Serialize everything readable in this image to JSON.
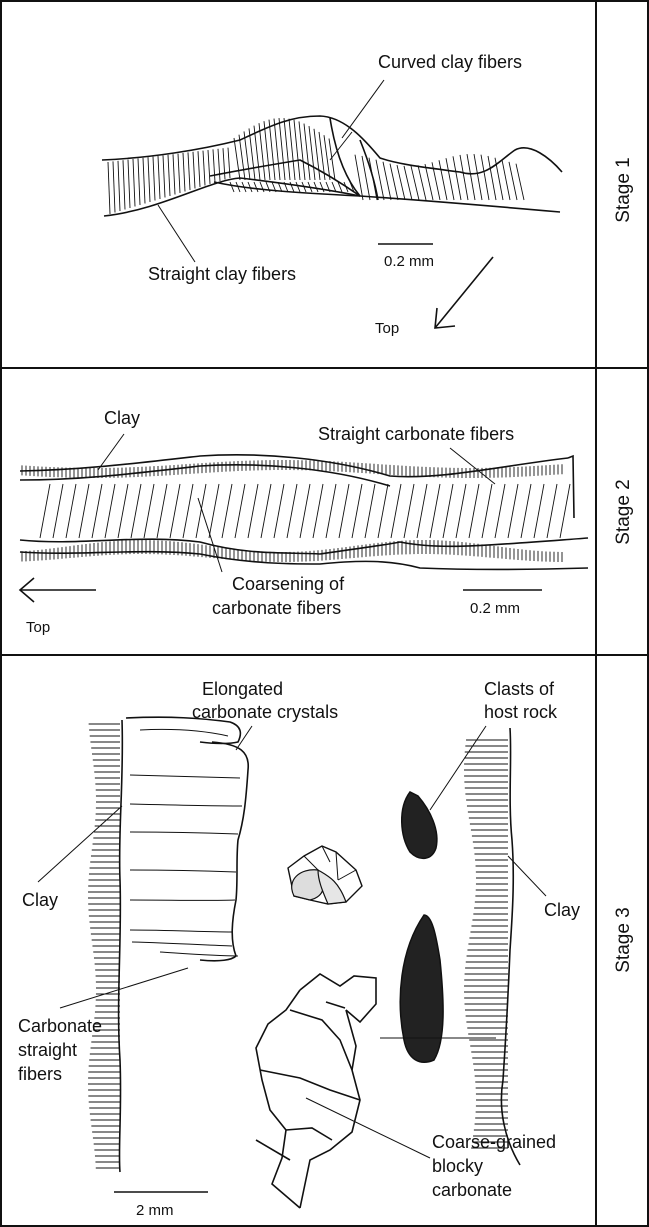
{
  "panels": [
    {
      "stage": "Stage 1",
      "labels": {
        "curved": "Curved clay fibers",
        "straight": "Straight clay fibers",
        "scale": "0.2 mm",
        "top": "Top"
      }
    },
    {
      "stage": "Stage 2",
      "labels": {
        "clay": "Clay",
        "straight_carb": "Straight carbonate fibers",
        "coarsening_1": "Coarsening of",
        "coarsening_2": "carbonate fibers",
        "scale": "0.2 mm",
        "top": "Top"
      }
    },
    {
      "stage": "Stage 3",
      "labels": {
        "elongated_1": "Elongated",
        "elongated_2": "carbonate crystals",
        "clasts_1": "Clasts of",
        "clasts_2": "host rock",
        "clay_left": "Clay",
        "clay_right": "Clay",
        "carb_1": "Carbonate",
        "carb_2": "straight",
        "carb_3": "fibers",
        "coarse_1": "Coarse-grained",
        "coarse_2": "blocky",
        "coarse_3": "carbonate",
        "scale": "2 mm"
      }
    }
  ]
}
